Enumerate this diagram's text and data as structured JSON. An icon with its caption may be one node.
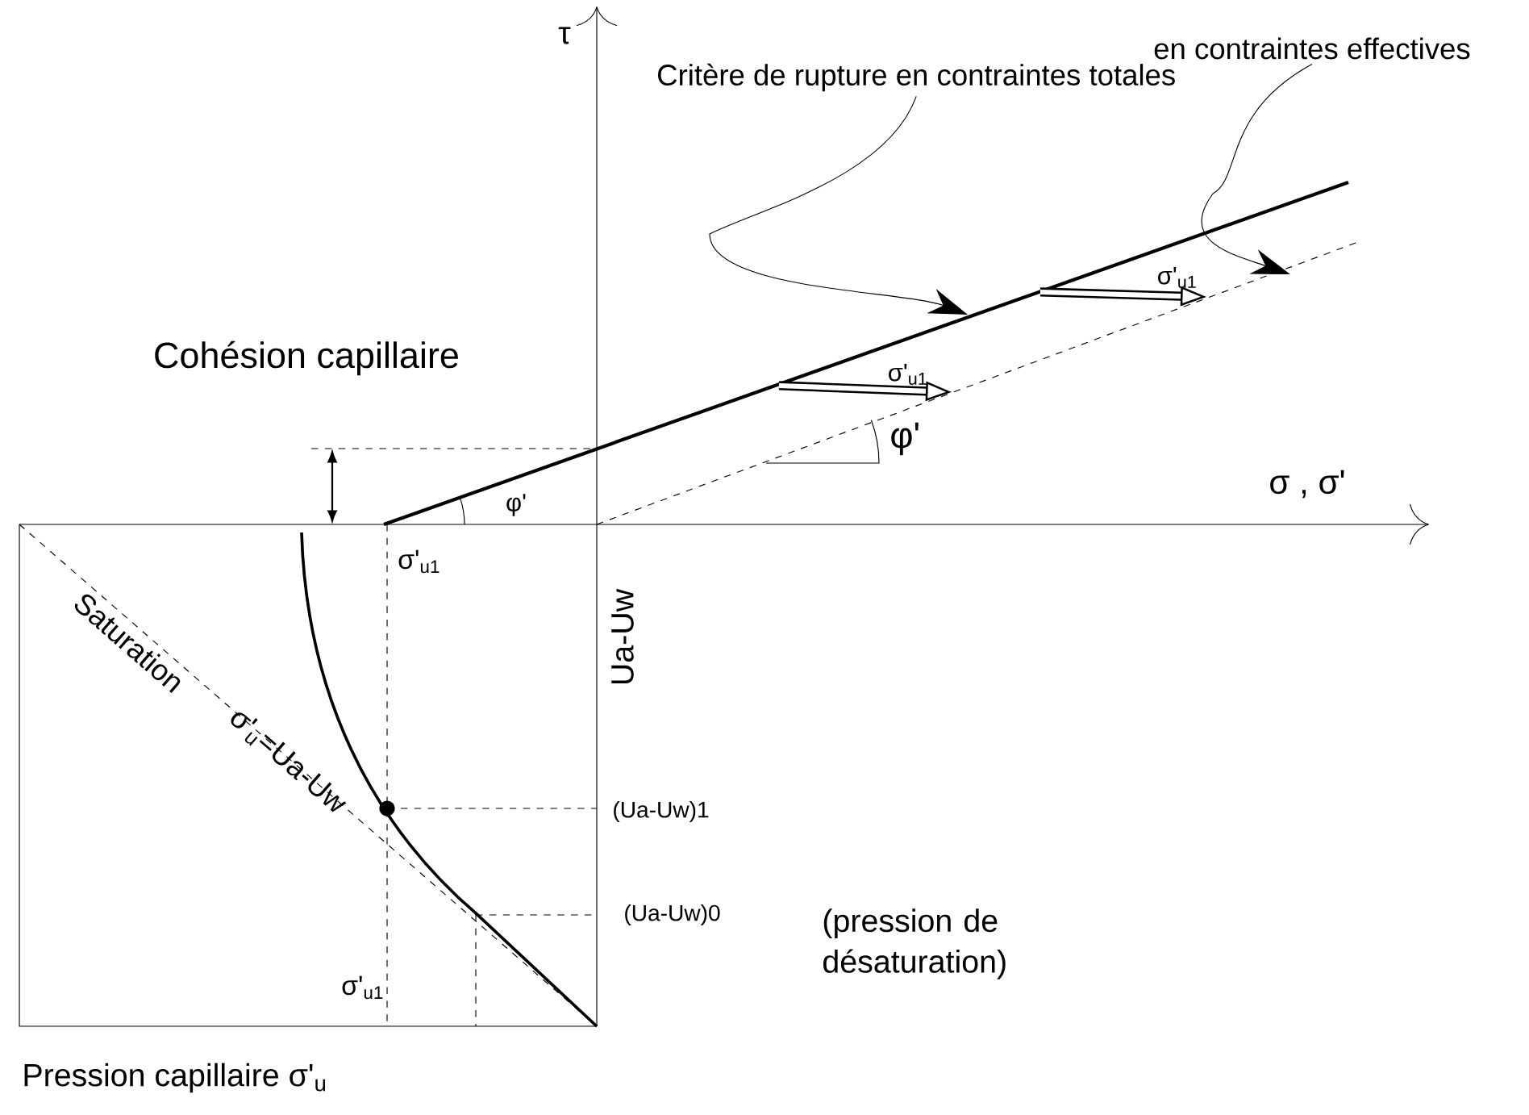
{
  "diagram": {
    "nodes": [
      {
        "text": [
          "Critère de rupture en contraintes totales"
        ]
      },
      {
        "text": [
          "en contraintes effectives"
        ]
      }
    ],
    "edges": [
      {
        "from": 0,
        "to": null,
        "arrow": "to"
      },
      {
        "from": 1,
        "to": null,
        "arrow": "to"
      }
    ],
    "labels": [
      "τ",
      "Cohésion capillaire",
      "σ'$_{u1}$",
      "φ'",
      "σ'$_{u1}$",
      "σ , σ'",
      "φ'",
      "σ'$_{u1}$",
      "Ua-Uw",
      "Saturation",
      "σ'$_{u}$=Ua-Uw",
      "(Ua-Uw)1",
      "(Ua-Uw)0",
      "(pression de désaturation)",
      "σ'$_{u1}$",
      "Pression capillaire σ'$_{u}$"
    ]
  }
}
